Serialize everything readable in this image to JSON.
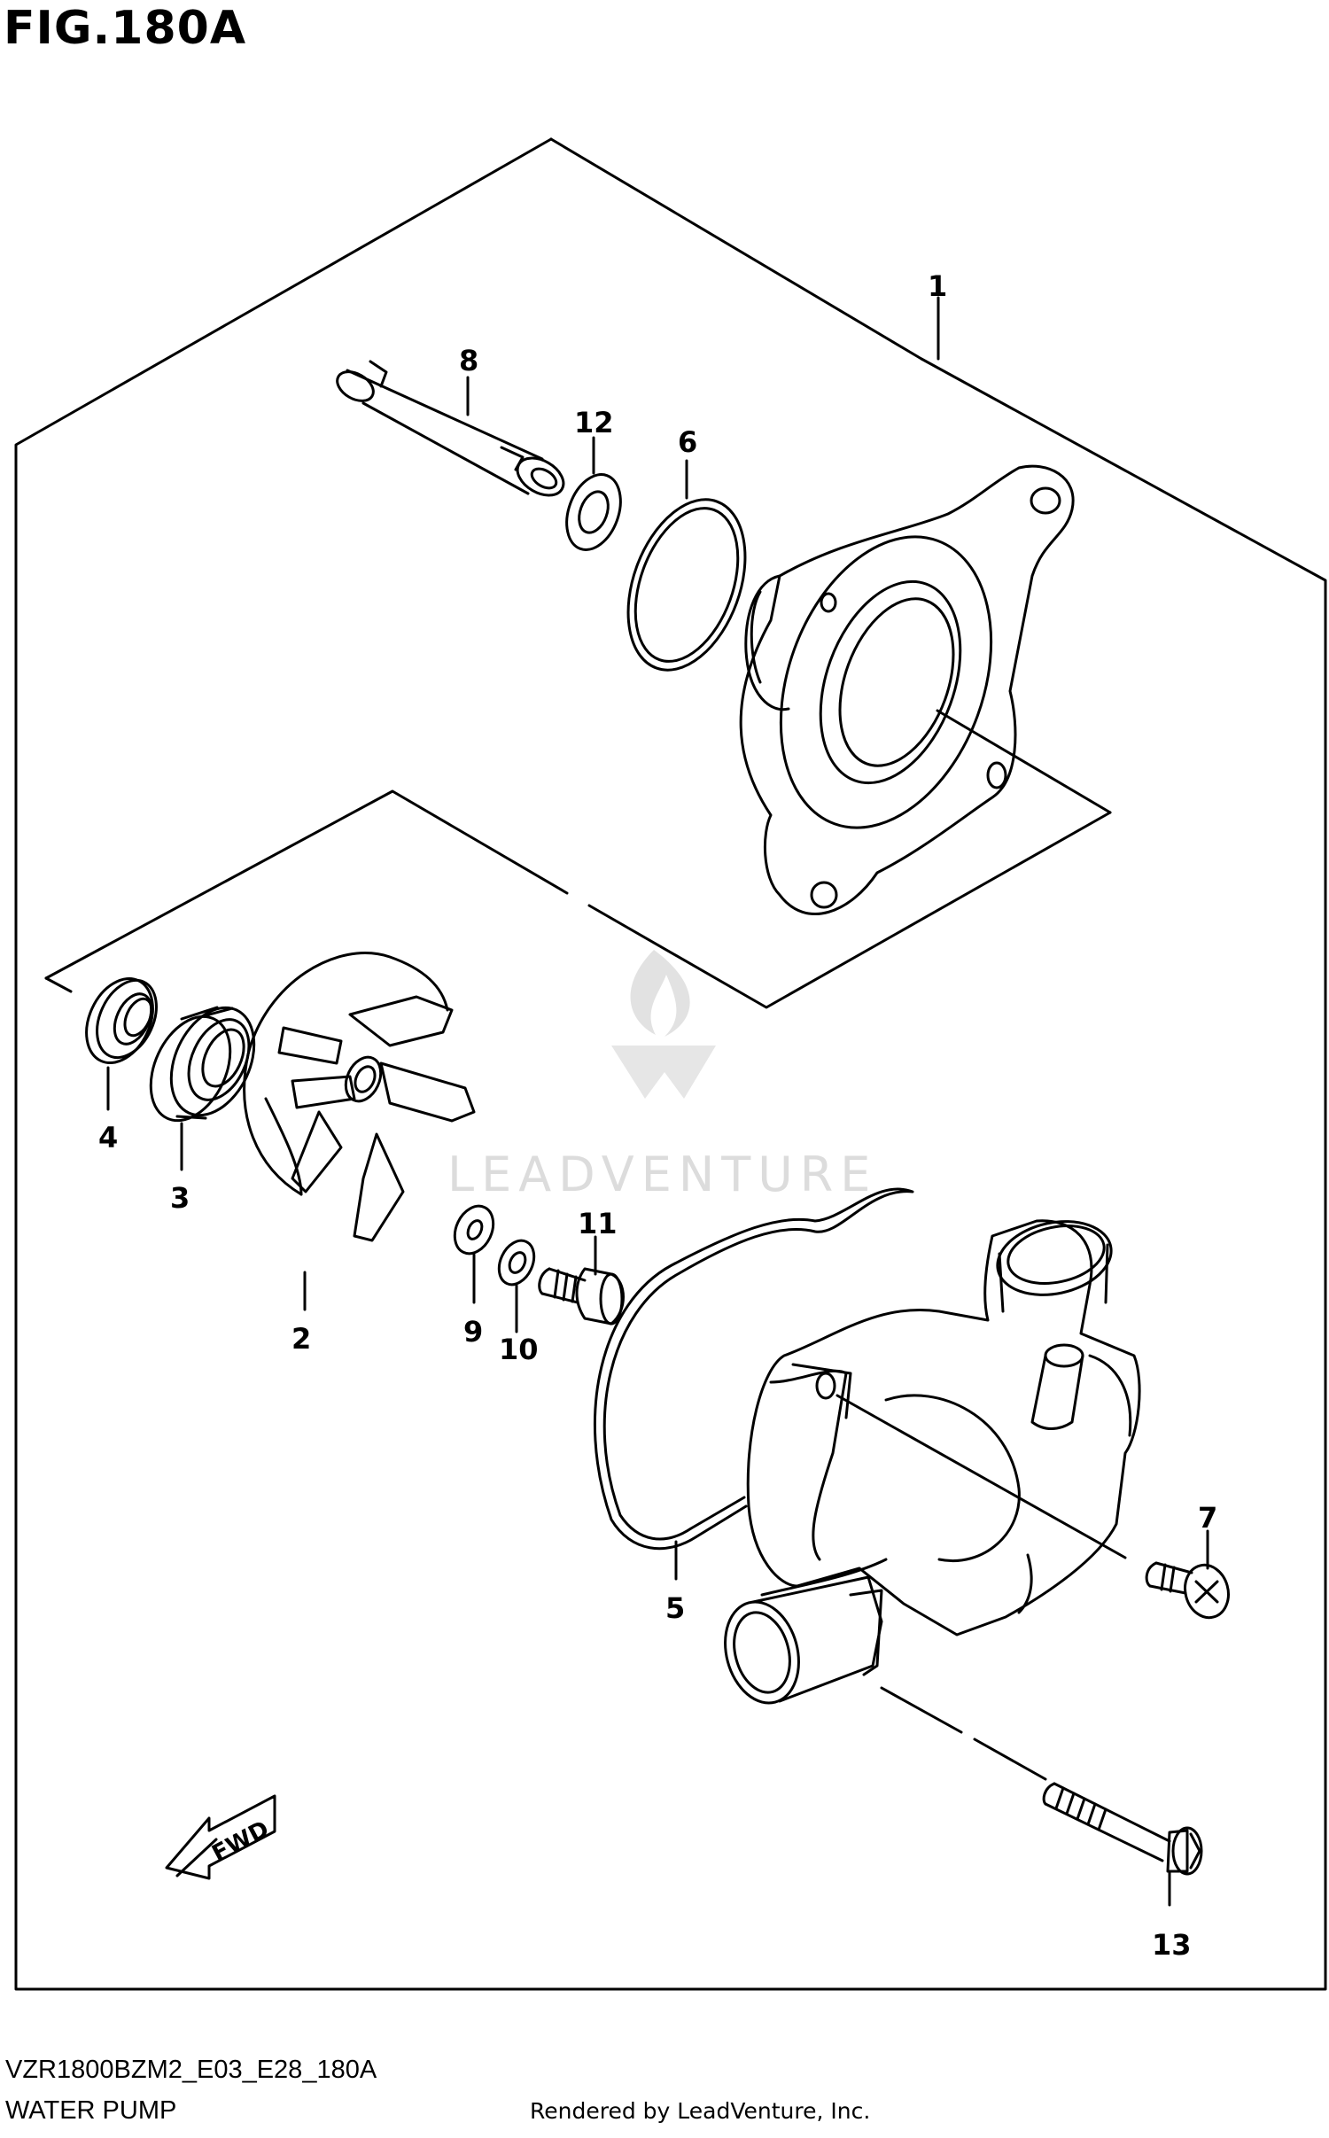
{
  "figure": {
    "title": "FIG.180A",
    "code": "VZR1800BZM2_E03_E28_180A",
    "caption": "WATER PUMP",
    "rendered_by": "Rendered by LeadVenture, Inc.",
    "watermark": "LEADVENTURE",
    "fwd_label": "FWD"
  },
  "callouts": [
    "1",
    "2",
    "3",
    "4",
    "5",
    "6",
    "7",
    "8",
    "9",
    "10",
    "11",
    "12",
    "13"
  ],
  "colors": {
    "line": "#000000",
    "watermark": "#dcdcdc"
  }
}
